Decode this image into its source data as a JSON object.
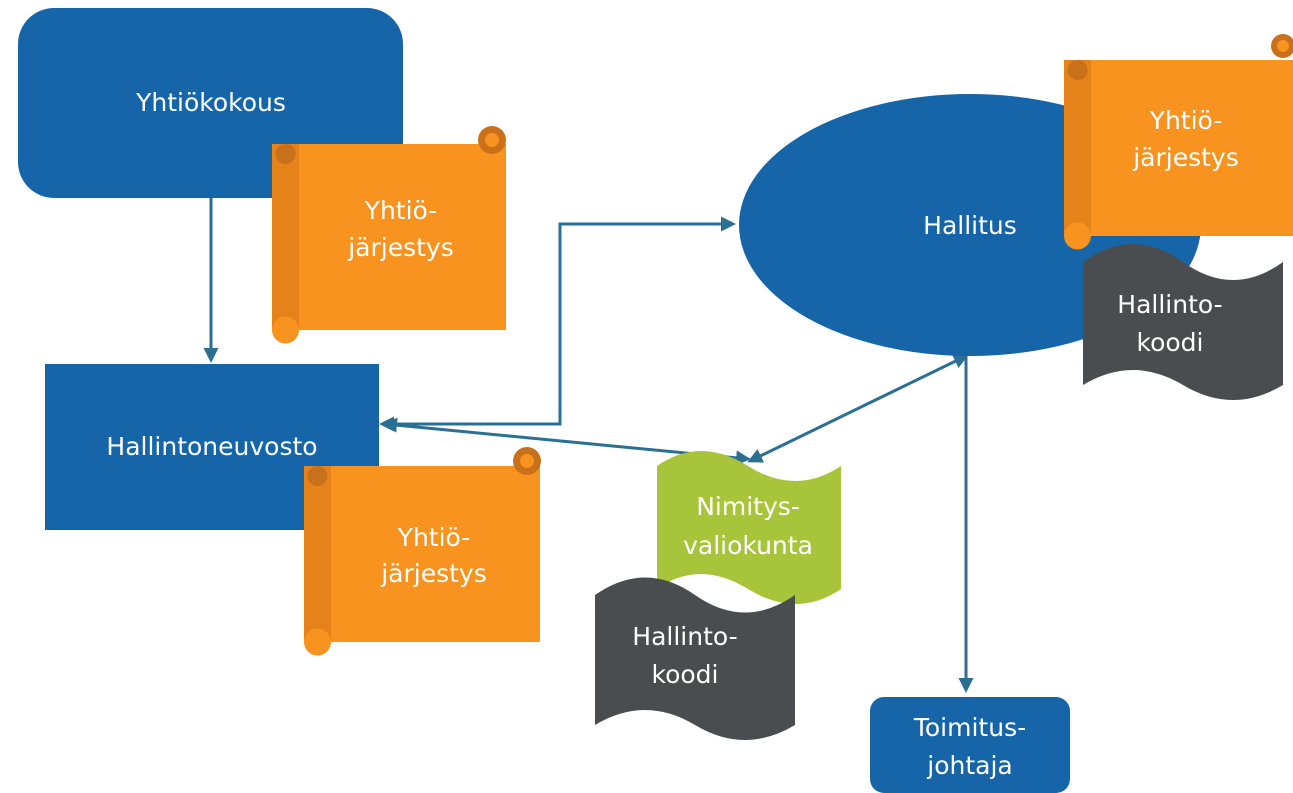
{
  "colors": {
    "blue": "#1565a8",
    "orange": "#f7931e",
    "orange_dark": "#c8701a",
    "green": "#a8c43a",
    "gray": "#4a4d4f",
    "connector": "#2b6f93"
  },
  "nodes": {
    "yhtiokokous": "Yhtiökokous",
    "hallintoneuvosto": "Hallintoneuvosto",
    "hallitus": "Hallitus",
    "toimitusjohtaja": {
      "line1": "Toimitus-",
      "line2": "johtaja"
    },
    "nimitysvaliokunta": {
      "line1": "Nimitys-",
      "line2": "valiokunta"
    }
  },
  "documents": {
    "yhtiojarjestys_1": {
      "line1": "Yhtiö-",
      "line2": "järjestys"
    },
    "yhtiojarjestys_2": {
      "line1": "Yhtiö-",
      "line2": "järjestys"
    },
    "yhtiojarjestys_3": {
      "line1": "Yhtiö-",
      "line2": "järjestys"
    },
    "hallintokoodi_1": {
      "line1": "Hallinto-",
      "line2": "koodi"
    },
    "hallintokoodi_2": {
      "line1": "Hallinto-",
      "line2": "koodi"
    }
  }
}
